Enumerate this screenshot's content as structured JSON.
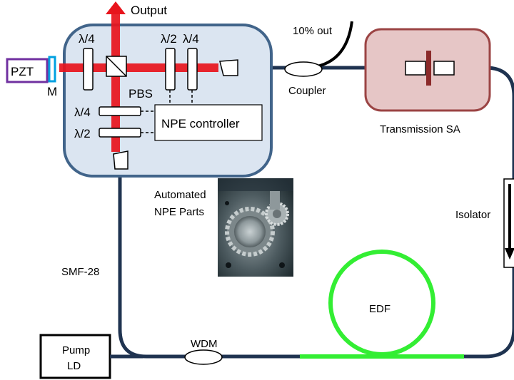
{
  "labels": {
    "output": "Output",
    "pzt": "PZT",
    "mirror": "M",
    "qwp_1": "λ/4",
    "hwp_1": "λ/2",
    "qwp_2": "λ/4",
    "pbs": "PBS",
    "qwp_3": "λ/4",
    "hwp_2": "λ/2",
    "npe_controller": "NPE controller",
    "ten_percent_out": "10% out",
    "coupler": "Coupler",
    "transmission_sa": "Transmission SA",
    "isolator": "Isolator",
    "automated_npe_line1": "Automated",
    "automated_npe_line2": "NPE Parts",
    "smf28": "SMF-28",
    "edf": "EDF",
    "wdm": "WDM",
    "pump_line1": "Pump",
    "pump_line2": "LD"
  },
  "colors": {
    "fiber": "#1f3350",
    "edf_fiber": "#33ee33",
    "beam": "#e8141c",
    "module_fill": "#dbe5f1",
    "module_border": "#41648a",
    "sa_fill": "#e6c6c6",
    "sa_border": "#9b4444",
    "sa_absorber": "#8b2a2a",
    "pzt_border": "#7030a0",
    "mirror_border": "#00a0e0"
  },
  "icons": {
    "photo": "gear-mechanism-photo",
    "output_arrow": "arrow-up-icon",
    "isolator_arrow": "arrow-down-icon"
  }
}
